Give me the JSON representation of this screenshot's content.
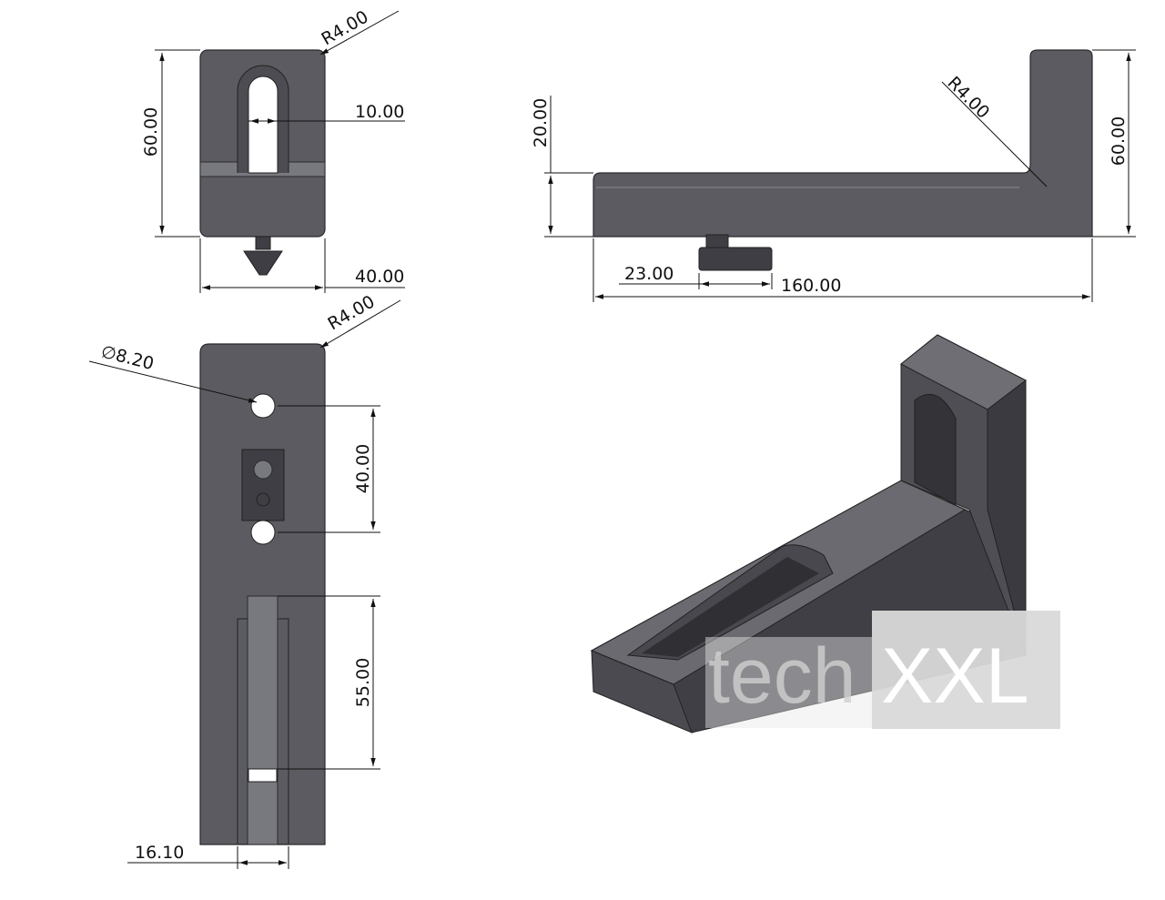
{
  "front_view": {
    "radius": "R4.00",
    "height": "60.00",
    "slot_width": "10.00",
    "width": "40.00"
  },
  "side_view": {
    "base_height": "20.00",
    "radius": "R4.00",
    "total_height": "60.00",
    "nut_offset": "23.00",
    "length": "160.00"
  },
  "top_view": {
    "radius": "R4.00",
    "hole_diameter": "∅8.20",
    "hole_spacing": "40.00",
    "slot_length": "55.00",
    "slot_width": "16.10"
  },
  "watermark": {
    "prefix": "tech",
    "suffix": "XXL"
  },
  "colors": {
    "part": "#5b5b61",
    "watermark_box": "#d9d9d9"
  }
}
